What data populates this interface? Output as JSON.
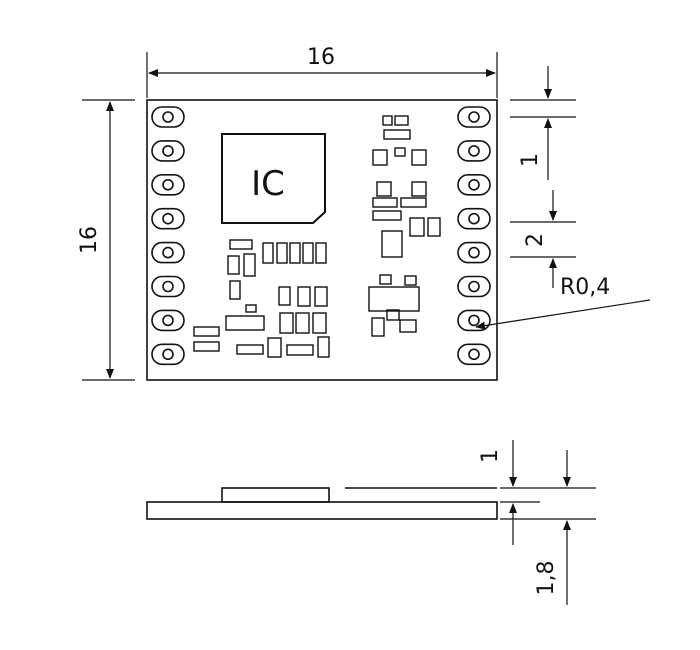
{
  "drawing": {
    "top_view": {
      "width_dim": "16",
      "height_dim": "16",
      "ic_label": "IC",
      "pin_pitch_dim": "1",
      "pad_length_dim": "2",
      "pad_radius_label": "R0,4",
      "pads_per_side": 8
    },
    "side_view": {
      "component_height_dim": "1",
      "board_thickness_dim": "1,8"
    }
  }
}
